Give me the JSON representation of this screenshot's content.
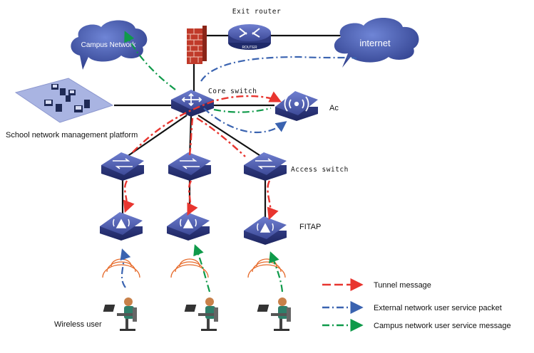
{
  "nodes": {
    "exit_router_label": "Exit router",
    "router_badge": "ROUTER",
    "internet_label": "internet",
    "campus_network_label": "Campus Network",
    "core_switch_label": "Core switch",
    "ac_label": "Ac",
    "platform_label": "School network management platform",
    "access_switch_label": "Access switch",
    "fitap_label": "FITAP",
    "wireless_user_label": "Wireless user"
  },
  "legend": [
    {
      "label": "Tunnel message",
      "color": "#e8352f",
      "style": "dash"
    },
    {
      "label": "External network user service packet",
      "color": "#3a63b0",
      "style": "dashdot"
    },
    {
      "label": "Campus network user service message",
      "color": "#0f9a4a",
      "style": "dashdot"
    }
  ],
  "colors": {
    "tunnel": "#e8352f",
    "external": "#3a63b0",
    "campus": "#0f9a4a",
    "device_blue": "#3f4c9c",
    "cloud_blue": "#3a4f9e"
  }
}
